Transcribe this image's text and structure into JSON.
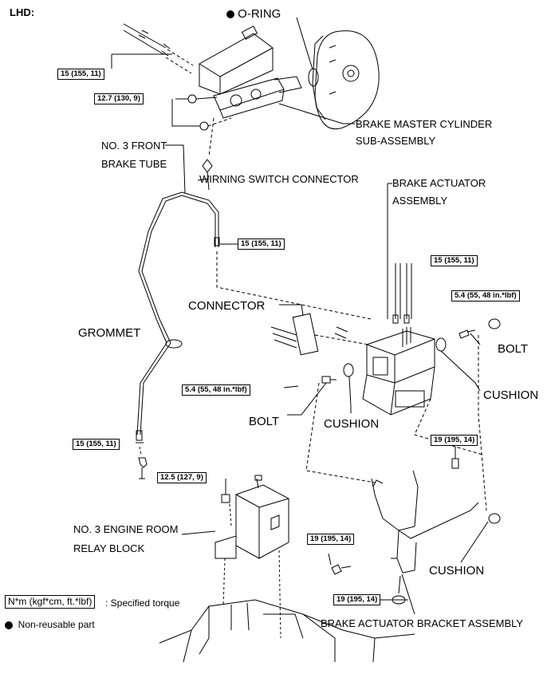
{
  "header": "LHD:",
  "labels": {
    "o_ring": "O-RING",
    "master_cyl_1": "BRAKE MASTER CYLINDER",
    "master_cyl_2": "SUB-ASSEMBLY",
    "front_tube_1": "NO. 3 FRONT",
    "front_tube_2": "BRAKE TUBE",
    "wirning": "WIRNING SWITCH CONNECTOR",
    "actuator_1": "BRAKE ACTUATOR",
    "actuator_2": "ASSEMBLY",
    "connector": "CONNECTOR",
    "grommet": "GROMMET",
    "bolt_right": "BOLT",
    "cushion_right": "CUSHION",
    "bolt_left": "BOLT",
    "cushion_left": "CUSHION",
    "relay_1": "NO. 3 ENGINE ROOM",
    "relay_2": "RELAY BLOCK",
    "cushion_bottom": "CUSHION",
    "bracket": "BRAKE ACTUATOR BRACKET ASSEMBLY"
  },
  "torques": {
    "t1": "15 (155, 11)",
    "t2": "12.7 (130, 9)",
    "t3": "15 (155, 11)",
    "t4": "15 (155, 11)",
    "t5": "5.4 (55, 48 in.*lbf)",
    "t6": "5.4 (55, 48 in.*lbf)",
    "t7": "15 (155, 11)",
    "t8": "12.5 (127, 9)",
    "t9": "19 (195, 14)",
    "t10": "19 (195, 14)",
    "t11": "19 (195, 14)"
  },
  "legend": {
    "unit_box": "N*m (kgf*cm, ft.*lbf)",
    "unit_text": ": Specified torque",
    "nonreusable": "Non-reusable part"
  }
}
